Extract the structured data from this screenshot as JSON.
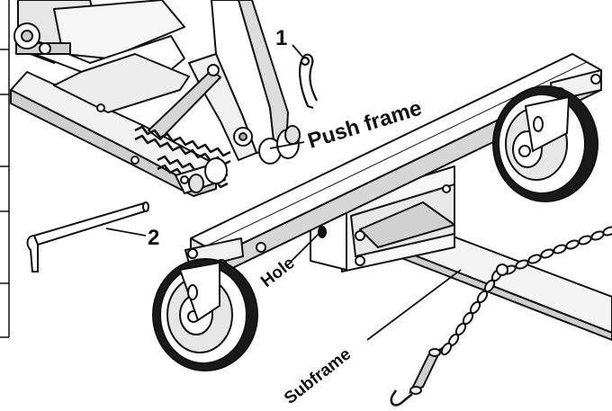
{
  "labels": {
    "callout_1": "1",
    "callout_2": "2",
    "push_frame": "Push frame",
    "hole": "Hole",
    "subframe": "Subframe"
  },
  "colors": {
    "ink": "#111111",
    "paper": "#ffffff",
    "shade": "#dcdcdc",
    "dark_shade": "#8a8a8a"
  },
  "icons": {
    "hairpin_cotter": "hairpin-cotter-pin-icon",
    "pin": "clevis-pin-icon"
  }
}
